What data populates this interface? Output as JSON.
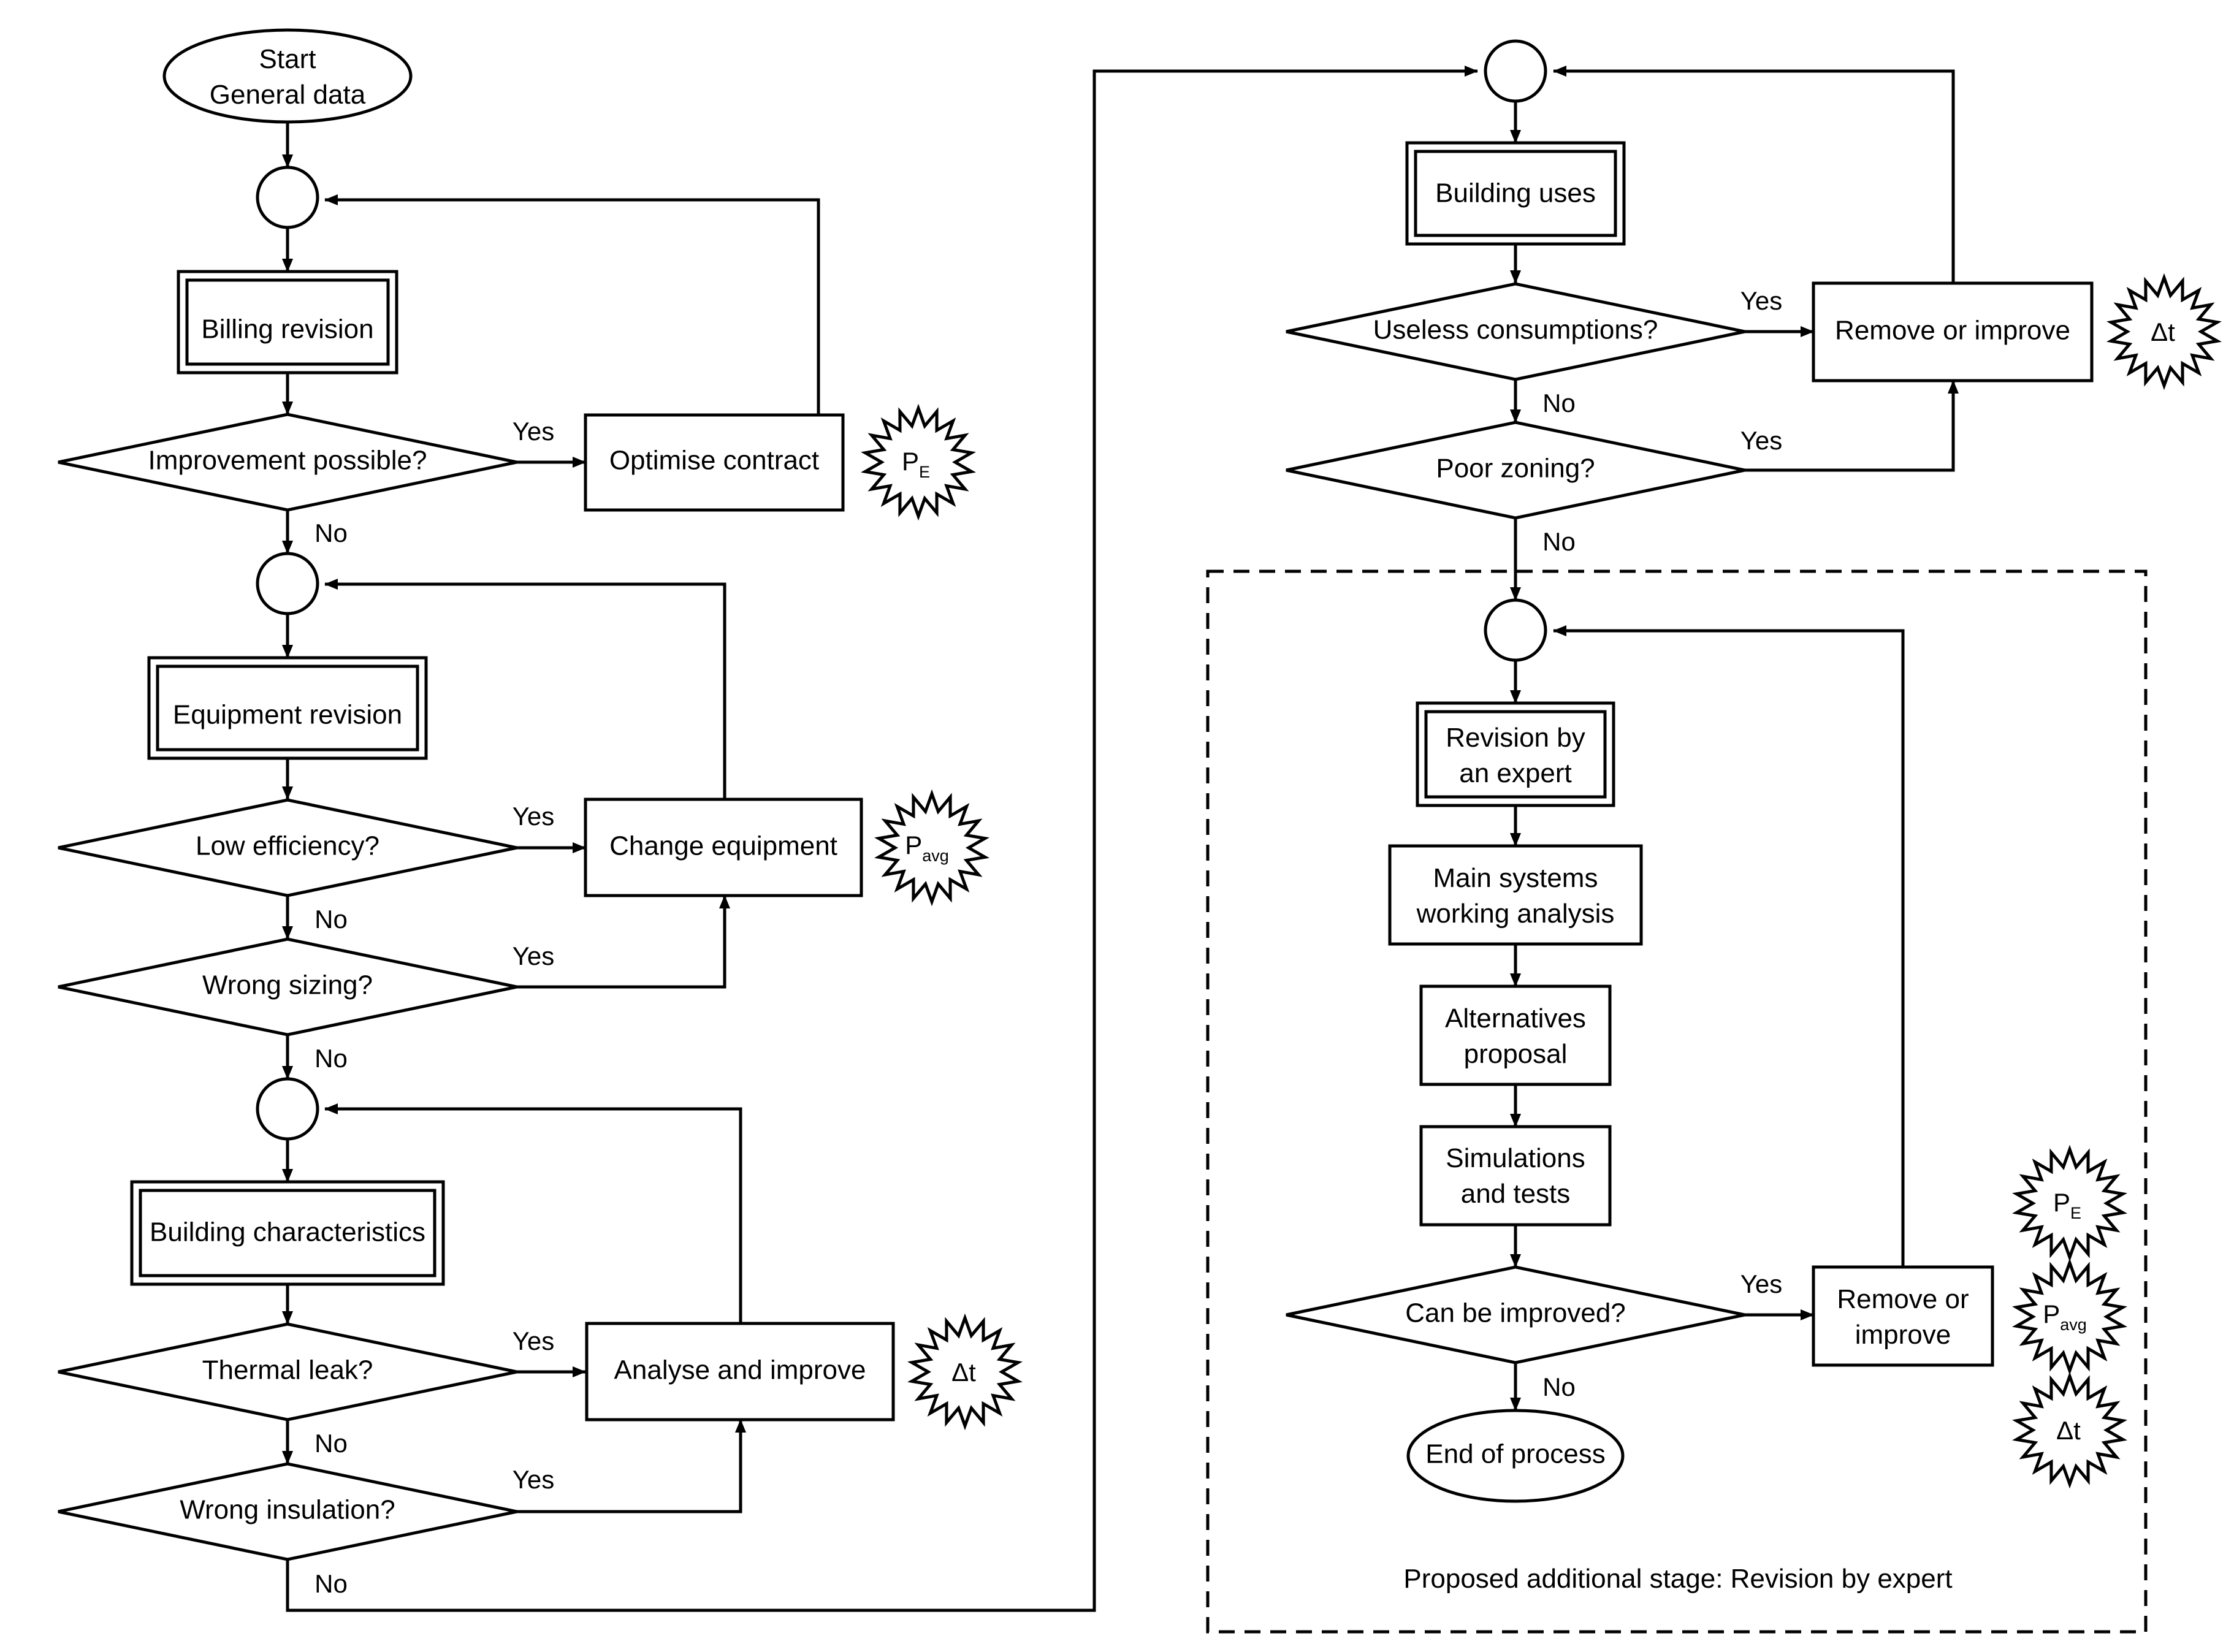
{
  "start": {
    "line1": "Start",
    "line2": "General data"
  },
  "stage1": {
    "process": "Billing revision",
    "decision": "Improvement possible?",
    "action": "Optimise contract",
    "yes": "Yes",
    "no": "No",
    "badge": {
      "base": "P",
      "sub": "E"
    }
  },
  "stage2": {
    "process": "Equipment revision",
    "decision1": "Low efficiency?",
    "decision2": "Wrong sizing?",
    "action": "Change equipment",
    "yes1": "Yes",
    "yes2": "Yes",
    "no1": "No",
    "no2": "No",
    "badge": {
      "base": "P",
      "sub": "avg"
    }
  },
  "stage3": {
    "process": "Building characteristics",
    "decision1": "Thermal leak?",
    "decision2": "Wrong insulation?",
    "action": "Analyse and improve",
    "yes1": "Yes",
    "yes2": "Yes",
    "no1": "No",
    "no2": "No",
    "badge": "Δt"
  },
  "stage4": {
    "process": "Building uses",
    "decision1": "Useless consumptions?",
    "decision2": "Poor zoning?",
    "action": "Remove or improve",
    "yes1": "Yes",
    "yes2": "Yes",
    "no1": "No",
    "no2": "No",
    "badge": "Δt"
  },
  "expert": {
    "process": {
      "line1": "Revision by",
      "line2": "an expert"
    },
    "step1": {
      "line1": "Main systems",
      "line2": "working analysis"
    },
    "step2": {
      "line1": "Alternatives",
      "line2": "proposal"
    },
    "step3": {
      "line1": "Simulations",
      "line2": "and tests"
    },
    "decision": "Can be improved?",
    "action": {
      "line1": "Remove or",
      "line2": "improve"
    },
    "yes": "Yes",
    "no": "No",
    "end": "End of process",
    "caption": "Proposed additional stage: Revision by expert",
    "badges": [
      {
        "base": "P",
        "sub": "E"
      },
      {
        "base": "P",
        "sub": "avg"
      },
      {
        "base": "Δt",
        "sub": ""
      }
    ]
  }
}
